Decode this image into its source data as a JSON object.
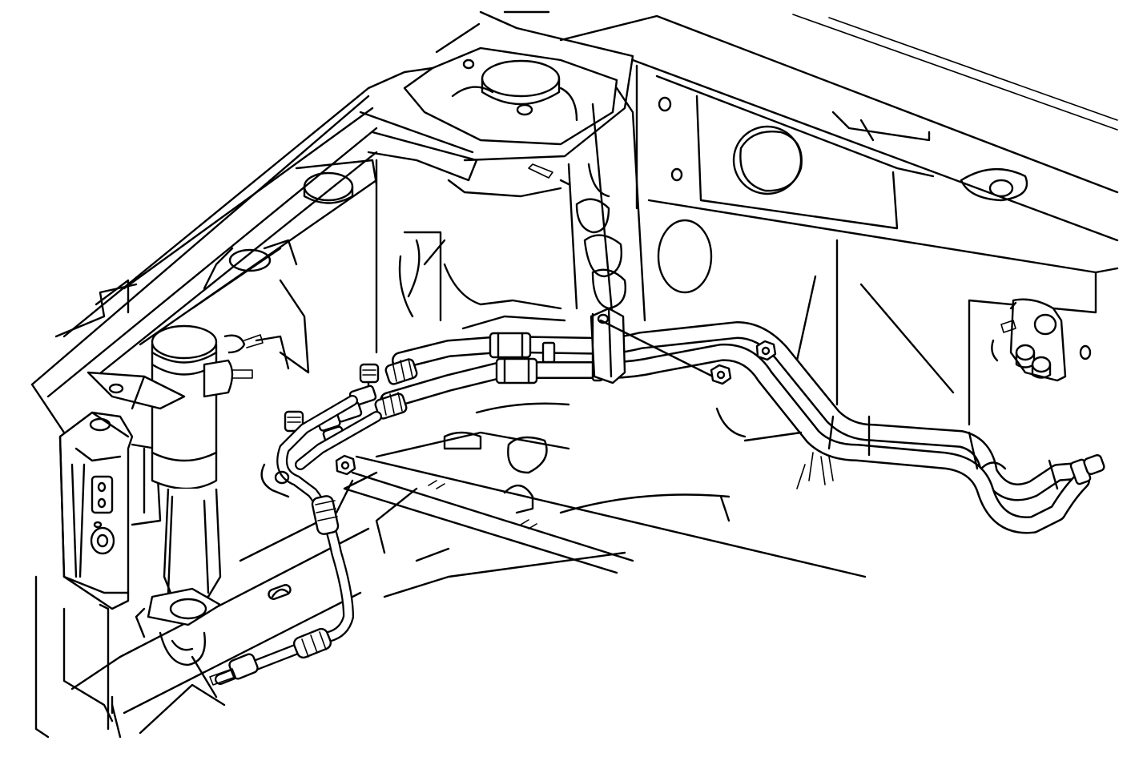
{
  "diagram": {
    "style": "monochrome line drawing",
    "colors": {
      "ink": "#000000",
      "paper": "#ffffff"
    },
    "components": [
      {
        "id": "receiver-dehydrator",
        "icon": "cylinder-canister"
      },
      {
        "id": "condenser-bracket",
        "icon": "bracket-plate"
      },
      {
        "id": "strut-tower",
        "icon": "strut-mount"
      },
      {
        "id": "ac-hose-assembly",
        "icon": "refrigerant-hoses"
      },
      {
        "id": "hose-clip",
        "icon": "clip"
      },
      {
        "id": "mounting-nut",
        "icon": "hex-nut"
      },
      {
        "id": "service-ports",
        "icon": "valve-cap"
      },
      {
        "id": "evaporator-connection",
        "icon": "block-fitting"
      },
      {
        "id": "front-crossmember",
        "icon": "frame-rail"
      }
    ]
  }
}
